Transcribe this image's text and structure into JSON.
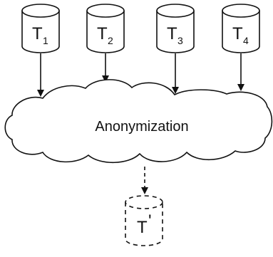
{
  "diagram": {
    "tables": [
      {
        "name": "T",
        "subscript": "1"
      },
      {
        "name": "T",
        "subscript": "2"
      },
      {
        "name": "T",
        "subscript": "3"
      },
      {
        "name": "T",
        "subscript": "4"
      }
    ],
    "process_label": "Anonymization",
    "output": {
      "name": "T",
      "mark": "'"
    }
  }
}
